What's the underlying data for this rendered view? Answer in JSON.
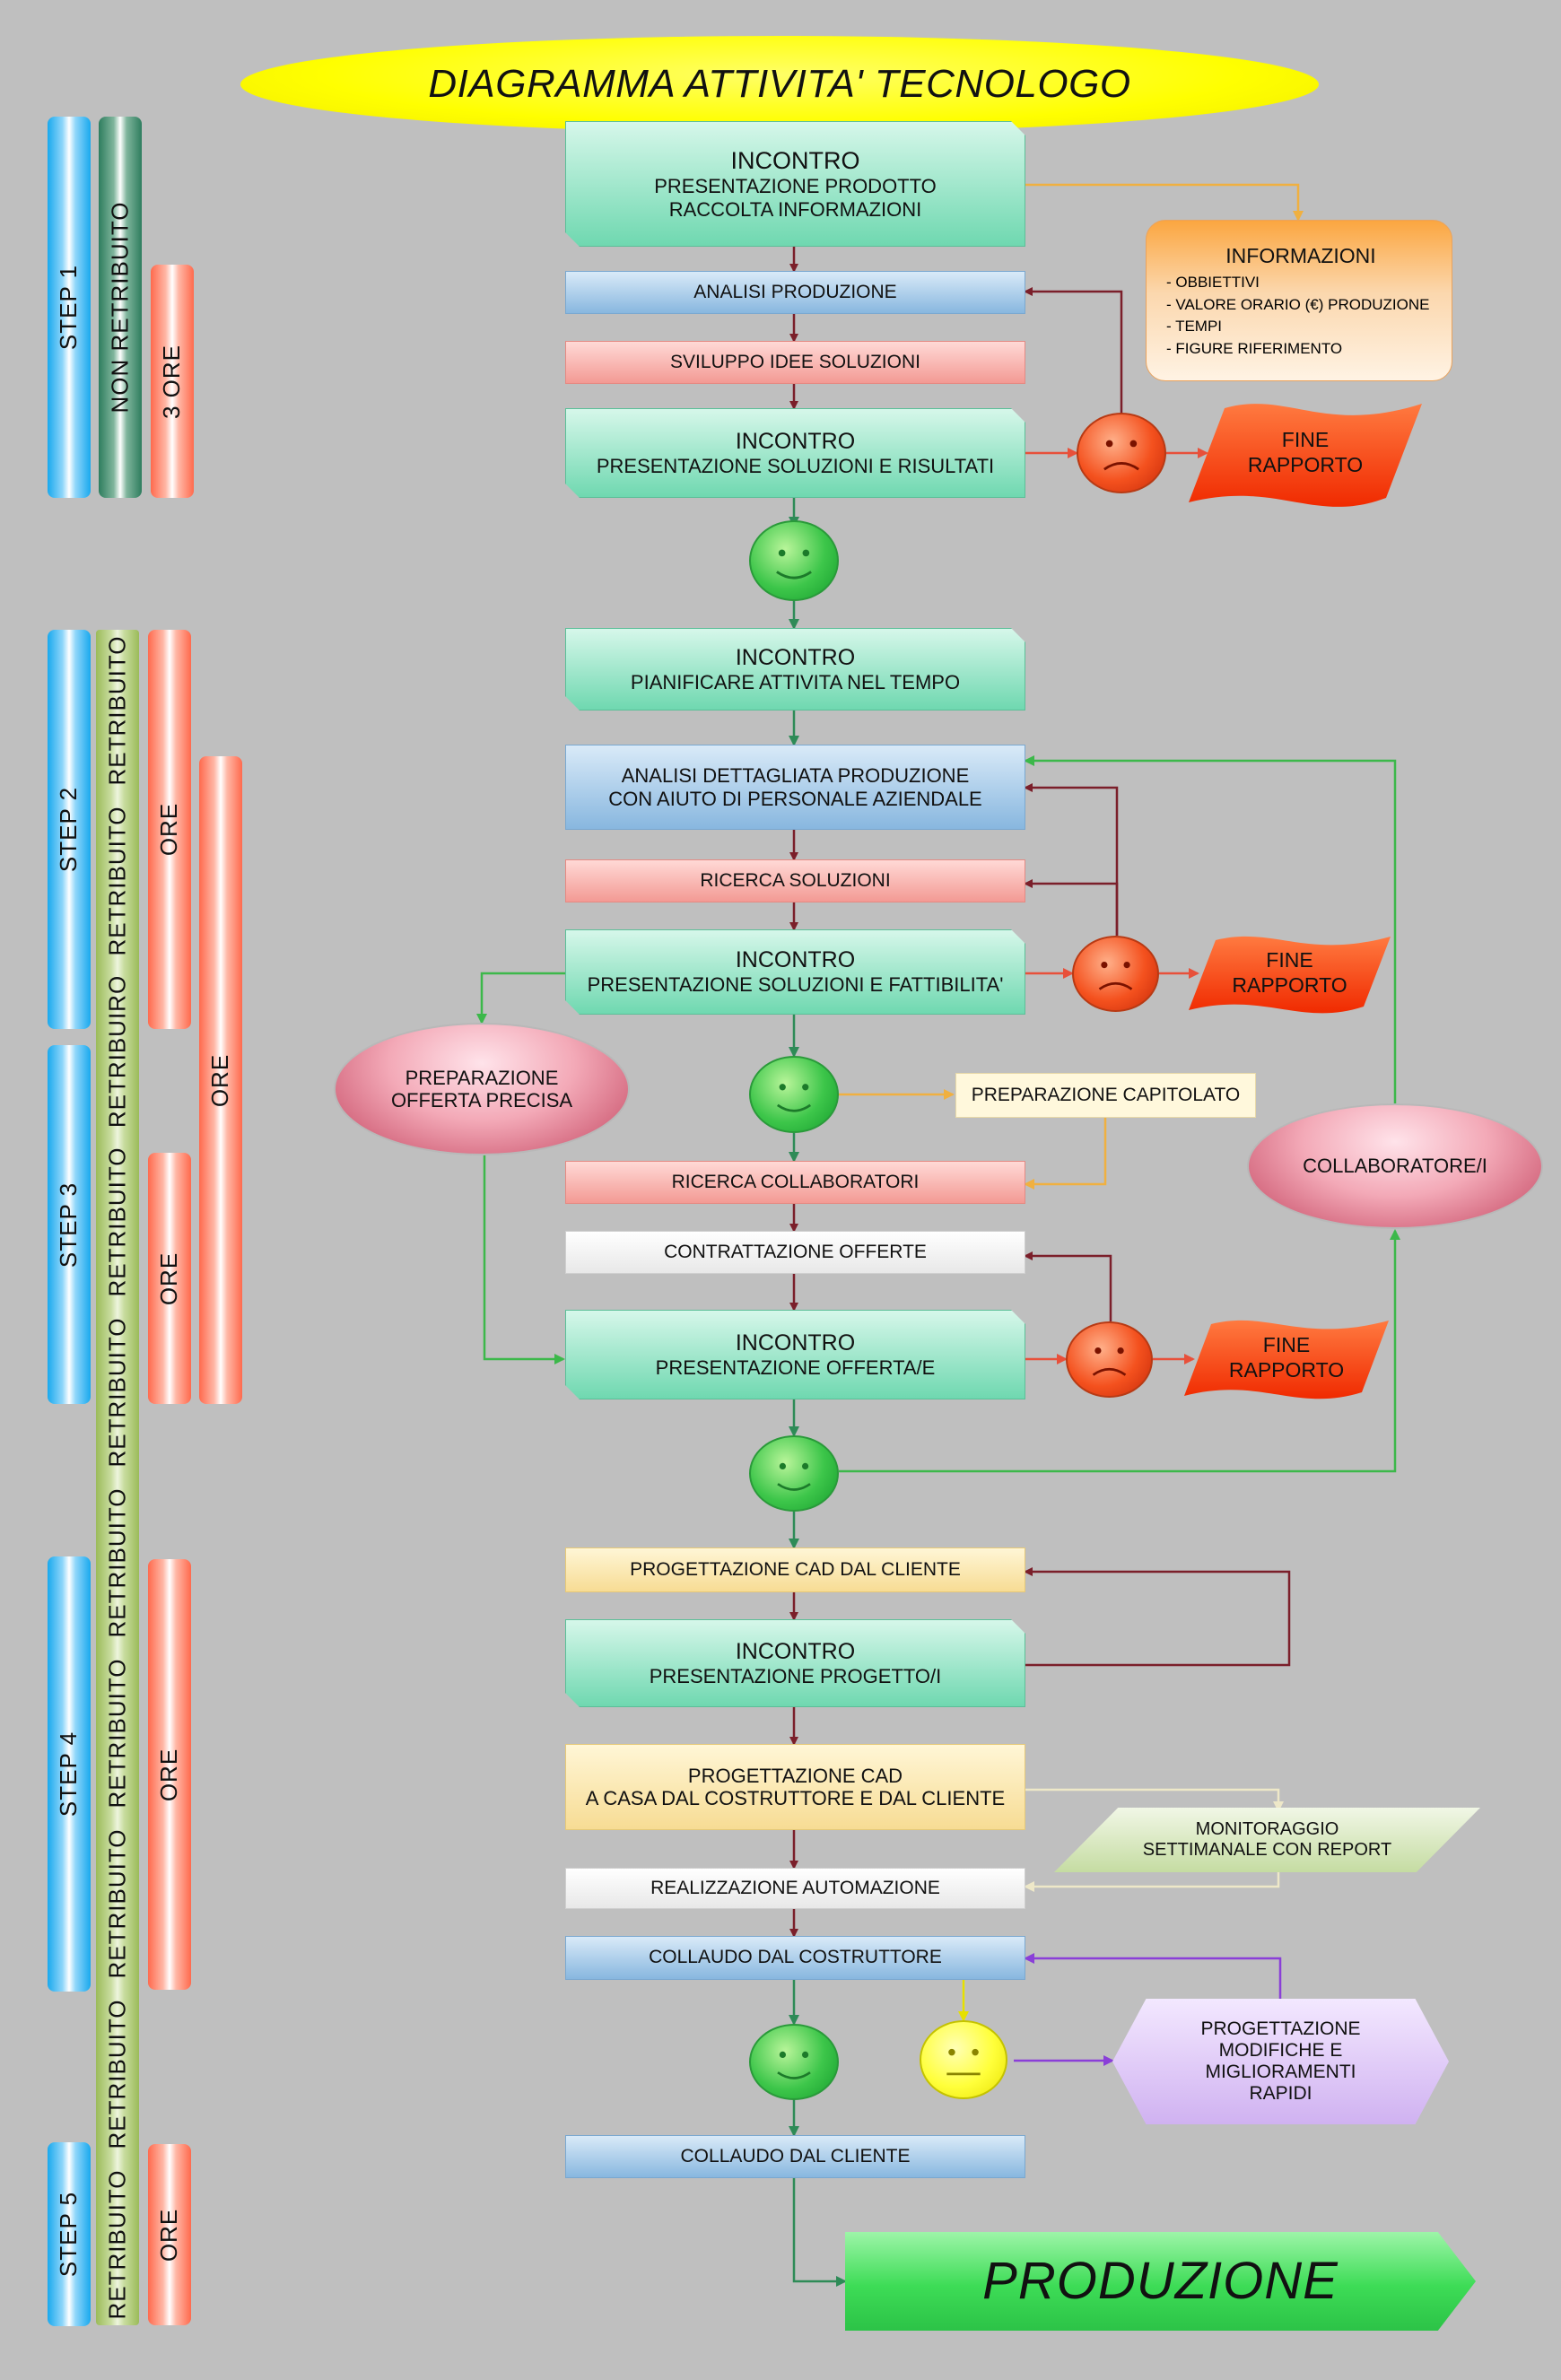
{
  "title": "DIAGRAMMA ATTIVITA' TECNOLOGO",
  "left_bars": {
    "step1": "STEP 1",
    "step2": "STEP 2",
    "step3": "STEP 3",
    "step4": "STEP 4",
    "step5": "STEP 5",
    "non_retribuito": "NON RETRIBUITO",
    "ore3": "3 ORE",
    "retribuito_a": "RETRIBUITO",
    "retribuito_b": "RETRIBUITO",
    "retribuito_c": "RETRIBUIRO",
    "retribuito_d": "RETRIBUITO",
    "retribuito_e": "RETRIBUITO",
    "retribuito_f": "RETRIBUITO",
    "retribuito_g": "RETRIBUITO",
    "retribuito_h": "RETRIBUITO",
    "retribuito_i": "RETRIBUITO",
    "retribuito_j": "RETRIBUITO",
    "ore_step2": "ORE",
    "ore_step23": "ORE",
    "ore_step3": "ORE",
    "ore_step4": "ORE",
    "ore_step5": "ORE"
  },
  "nodes": {
    "incontro1_l1": "INCONTRO",
    "incontro1_l2": "PRESENTAZIONE PRODOTTO",
    "incontro1_l3": "RACCOLTA INFORMAZIONI",
    "analisi": "ANALISI PRODUZIONE",
    "sviluppo": "SVILUPPO IDEE SOLUZIONI",
    "incontro2_l1": "INCONTRO",
    "incontro2_l2": "PRESENTAZIONE SOLUZIONI E RISULTATI",
    "incontro3_l1": "INCONTRO",
    "incontro3_l2": "PIANIFICARE ATTIVITA NEL TEMPO",
    "analisi_det_l1": "ANALISI DETTAGLIATA PRODUZIONE",
    "analisi_det_l2": "CON AIUTO DI PERSONALE AZIENDALE",
    "ricerca_sol": "RICERCA SOLUZIONI",
    "incontro4_l1": "INCONTRO",
    "incontro4_l2": "PRESENTAZIONE SOLUZIONI E FATTIBILITA'",
    "prep_capitolato": "PREPARAZIONE CAPITOLATO",
    "ricerca_coll": "RICERCA COLLABORATORI",
    "contrattazione": "CONTRATTAZIONE OFFERTE",
    "incontro5_l1": "INCONTRO",
    "incontro5_l2": "PRESENTAZIONE OFFERTA/E",
    "prep_offerta_l1": "PREPARAZIONE",
    "prep_offerta_l2": "OFFERTA PRECISA",
    "collaboratori": "COLLABORATORE/I",
    "prog_cad_cliente": "PROGETTAZIONE CAD DAL CLIENTE",
    "incontro6_l1": "INCONTRO",
    "incontro6_l2": "PRESENTAZIONE PROGETTO/I",
    "prog_cad_l1": "PROGETTAZIONE CAD",
    "prog_cad_l2": "A CASA DAL COSTRUTTORE E DAL CLIENTE",
    "monitor_l1": "MONITORAGGIO",
    "monitor_l2": "SETTIMANALE CON REPORT",
    "realizzazione": "REALIZZAZIONE AUTOMAZIONE",
    "collaudo_costr": "COLLAUDO DAL COSTRUTTORE",
    "prog_mod_l1": "PROGETTAZIONE",
    "prog_mod_l2": "MODIFICHE E",
    "prog_mod_l3": "MIGLIORAMENTI",
    "prog_mod_l4": "RAPIDI",
    "collaudo_cliente": "COLLAUDO DAL CLIENTE",
    "produzione": "PRODUZIONE"
  },
  "info": {
    "title": "INFORMAZIONI",
    "items": [
      "- OBBIETTIVI",
      "- VALORE ORARIO (€) PRODUZIONE",
      "- TEMPI",
      "- FIGURE RIFERIMENTO"
    ]
  },
  "fine": {
    "l1": "FINE",
    "l2": "RAPPORTO"
  },
  "colors": {
    "background": "#bfbfbf",
    "arrow_dark_red": "#7b1f2a",
    "arrow_green": "#2e8b57",
    "arrow_bright_green": "#3cb84a",
    "arrow_orange": "#f0b040",
    "arrow_red": "#e8503a",
    "arrow_purple": "#8a3fd8",
    "arrow_yellow": "#e6e000"
  }
}
